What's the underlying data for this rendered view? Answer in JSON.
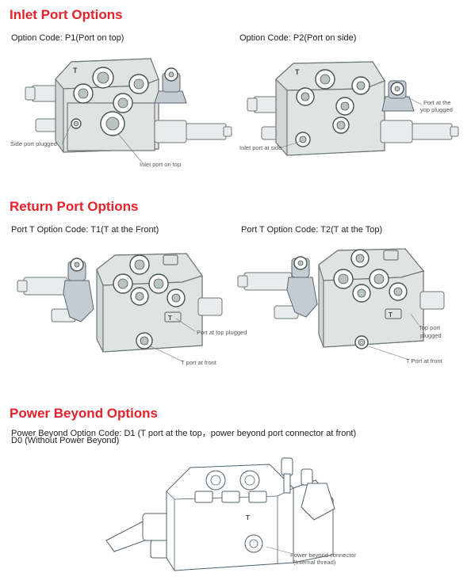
{
  "inlet": {
    "title": "Inlet Port Options",
    "p1_label": "Option Code: P1(Port on top)",
    "p2_label": "Option Code: P2(Port on side)",
    "p1_callouts": {
      "side_port": "Side port plugged",
      "inlet_top": "Inlet port on top"
    },
    "p2_callouts": {
      "port_top_1": "Port at the",
      "port_top_2": "yop plugged",
      "inlet_side": "Inlet port at side"
    },
    "p1_t_mark": "T",
    "p2_t_mark": "T"
  },
  "return": {
    "title": "Return Port Options",
    "t1_label": "Port T Option Code: T1(T at the Front)",
    "t2_label": "Port T Option Code: T2(T at the Top)",
    "t1_callouts": {
      "top_plugged": "Port at top plugged",
      "t_front": "T port at front"
    },
    "t2_callouts": {
      "top_port_1": "Top port",
      "top_port_2": "plugged",
      "t_front": "T Port at front"
    },
    "t1_t_mark": "T",
    "t2_t_mark": "T"
  },
  "power": {
    "title": "Power Beyond Options",
    "d1_label": "Power Beyond Option Code: D1 (T port at the top，power beyond port connector at front)",
    "d0_label": "D0 (Without Power Beyond)",
    "callout_1": "Power beyond connector",
    "callout_2": "(Internal thread)",
    "t_mark": "T"
  }
}
